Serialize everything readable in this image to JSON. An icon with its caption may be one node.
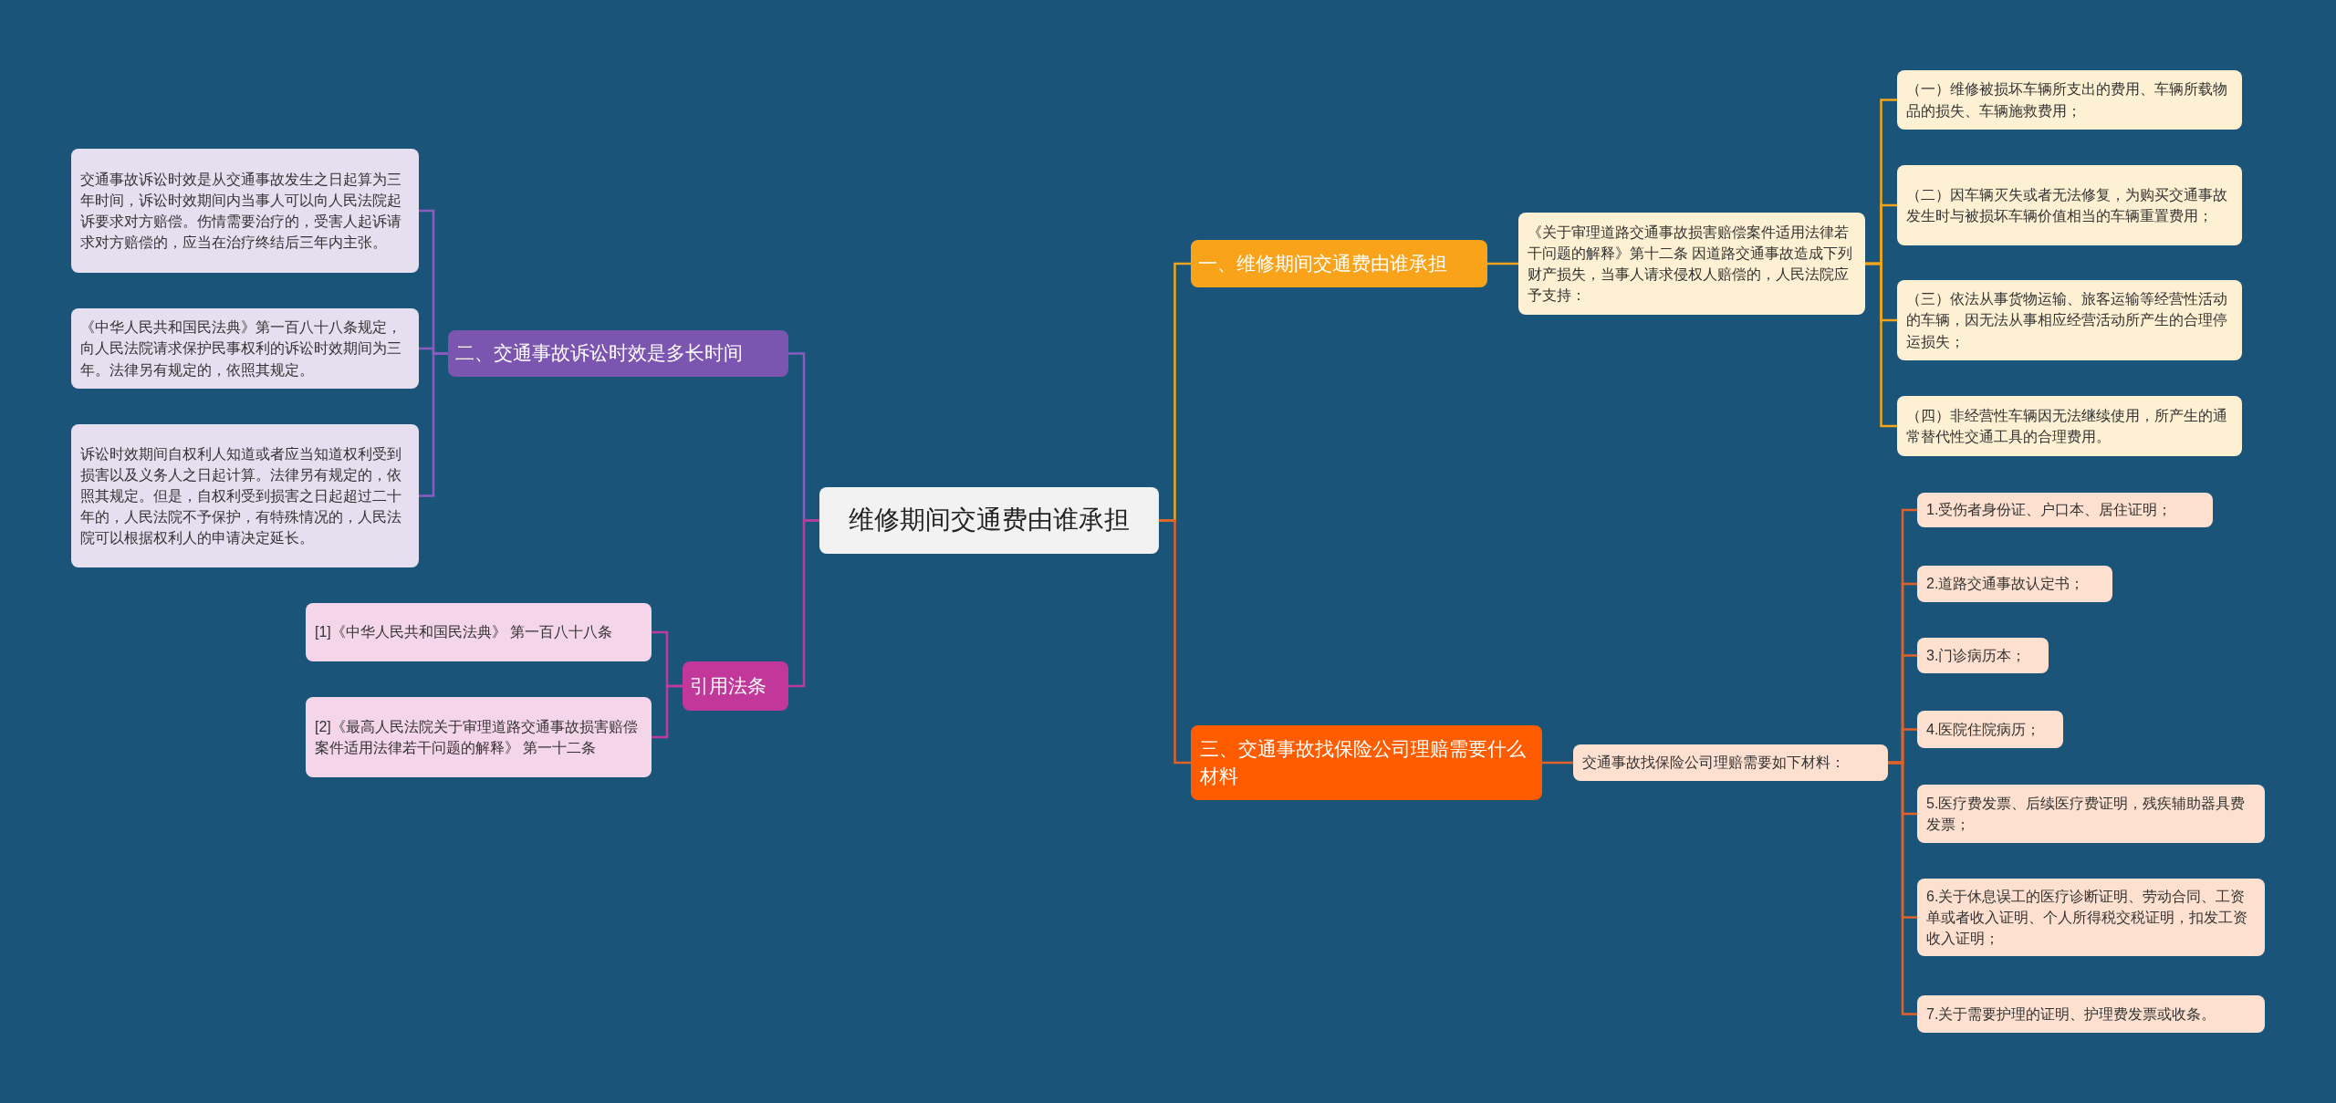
{
  "diagram": {
    "nodes": [
      {
        "text": [
          "维修期间交通费由谁承担"
        ]
      },
      {
        "text": [
          "一、维修期间交通费由谁承担"
        ]
      },
      {
        "text": [
          "《关于审理道路交通事故损害赔偿案件适用法律若干问题的解释》第十二条 因道路交通事故造成下列财产损失，当事人请求侵权人赔偿的，人民法院应予支持："
        ]
      },
      {
        "text": [
          "（一）维修被损坏车辆所支出的费用、车辆所载物品的损失、车辆施救费用；"
        ]
      },
      {
        "text": [
          "（二）因车辆灭失或者无法修复，为购买交通事故发生时与被损坏车辆价值相当的车辆重置费用；"
        ]
      },
      {
        "text": [
          "（三）依法从事货物运输、旅客运输等经营性活动的车辆，因无法从事相应经营活动所产生的合理停运损失；"
        ]
      },
      {
        "text": [
          "（四）非经营性车辆因无法继续使用，所产生的通常替代性交通工具的合理费用。"
        ]
      },
      {
        "text": [
          "三、交通事故找保险公司理赔需要什么材料"
        ]
      },
      {
        "text": [
          "交通事故找保险公司理赔需要如下材料："
        ]
      },
      {
        "text": [
          "1.受伤者身份证、户口本、居住证明；"
        ]
      },
      {
        "text": [
          "2.道路交通事故认定书；"
        ]
      },
      {
        "text": [
          "3.门诊病历本；"
        ]
      },
      {
        "text": [
          "4.医院住院病历；"
        ]
      },
      {
        "text": [
          "5.医疗费发票、后续医疗费证明，残疾辅助器具费发票；"
        ]
      },
      {
        "text": [
          "6.关于休息误工的医疗诊断证明、劳动合同、工资单或者收入证明、个人所得税交税证明，扣发工资收入证明；"
        ]
      },
      {
        "text": [
          "7.关于需要护理的证明、护理费发票或收条。"
        ]
      },
      {
        "text": [
          "二、交通事故诉讼时效是多长时间"
        ]
      },
      {
        "text": [
          "交通事故诉讼时效是从交通事故发生之日起算为三年时间，诉讼时效期间内当事人可以向人民法院起诉要求对方赔偿。伤情需要治疗的，受害人起诉请求对方赔偿的，应当在治疗终结后三年内主张。"
        ]
      },
      {
        "text": [
          "《中华人民共和国民法典》第一百八十八条规定，向人民法院请求保护民事权利的诉讼时效期间为三年。法律另有规定的，依照其规定。"
        ]
      },
      {
        "text": [
          "诉讼时效期间自权利人知道或者应当知道权利受到损害以及义务人之日起计算。法律另有规定的，依照其规定。但是，自权利受到损害之日起超过二十年的，人民法院不予保护，有特殊情况的，人民法院可以根据权利人的申请决定延长。"
        ]
      },
      {
        "text": [
          "引用法条"
        ]
      },
      {
        "text": [
          "[1]《中华人民共和国民法典》 第一百八十八条"
        ]
      },
      {
        "text": [
          "[2]《最高人民法院关于审理道路交通事故损害赔偿案件适用法律若干问题的解释》 第一十二条"
        ]
      }
    ],
    "edges": [
      {
        "from": 0,
        "to": 1,
        "arrow": "none",
        "color": "#f2a51a"
      },
      {
        "from": 1,
        "to": 2,
        "arrow": "none",
        "color": "#f2a51a"
      },
      {
        "from": 2,
        "to": 3,
        "arrow": "none",
        "color": "#f2a51a"
      },
      {
        "from": 2,
        "to": 4,
        "arrow": "none",
        "color": "#f2a51a"
      },
      {
        "from": 2,
        "to": 5,
        "arrow": "none",
        "color": "#f2a51a"
      },
      {
        "from": 2,
        "to": 6,
        "arrow": "none",
        "color": "#f2a51a"
      },
      {
        "from": 0,
        "to": 7,
        "arrow": "none"
      },
      {
        "from": 7,
        "to": 8,
        "arrow": "none"
      },
      {
        "from": 8,
        "to": 9,
        "arrow": "none"
      },
      {
        "from": 8,
        "to": 10,
        "arrow": "none"
      },
      {
        "from": 8,
        "to": 11,
        "arrow": "none"
      },
      {
        "from": 8,
        "to": 12,
        "arrow": "none"
      },
      {
        "from": 8,
        "to": 13,
        "arrow": "none"
      },
      {
        "from": 8,
        "to": 14,
        "arrow": "none"
      },
      {
        "from": 8,
        "to": 15,
        "arrow": "none"
      },
      {
        "from": 0,
        "to": 16,
        "arrow": "none",
        "color": "#8a5cc0"
      },
      {
        "from": 16,
        "to": 17,
        "arrow": "none",
        "color": "#8a5cc0"
      },
      {
        "from": 16,
        "to": 18,
        "arrow": "none",
        "color": "#8a5cc0"
      },
      {
        "from": 16,
        "to": 19,
        "arrow": "none",
        "color": "#8a5cc0"
      },
      {
        "from": 0,
        "to": 20,
        "arrow": "none",
        "color": "#c03a9c"
      },
      {
        "from": 20,
        "to": 21,
        "arrow": "none",
        "color": "#c03a9c"
      },
      {
        "from": 20,
        "to": 22,
        "arrow": "none",
        "color": "#c03a9c"
      }
    ]
  }
}
